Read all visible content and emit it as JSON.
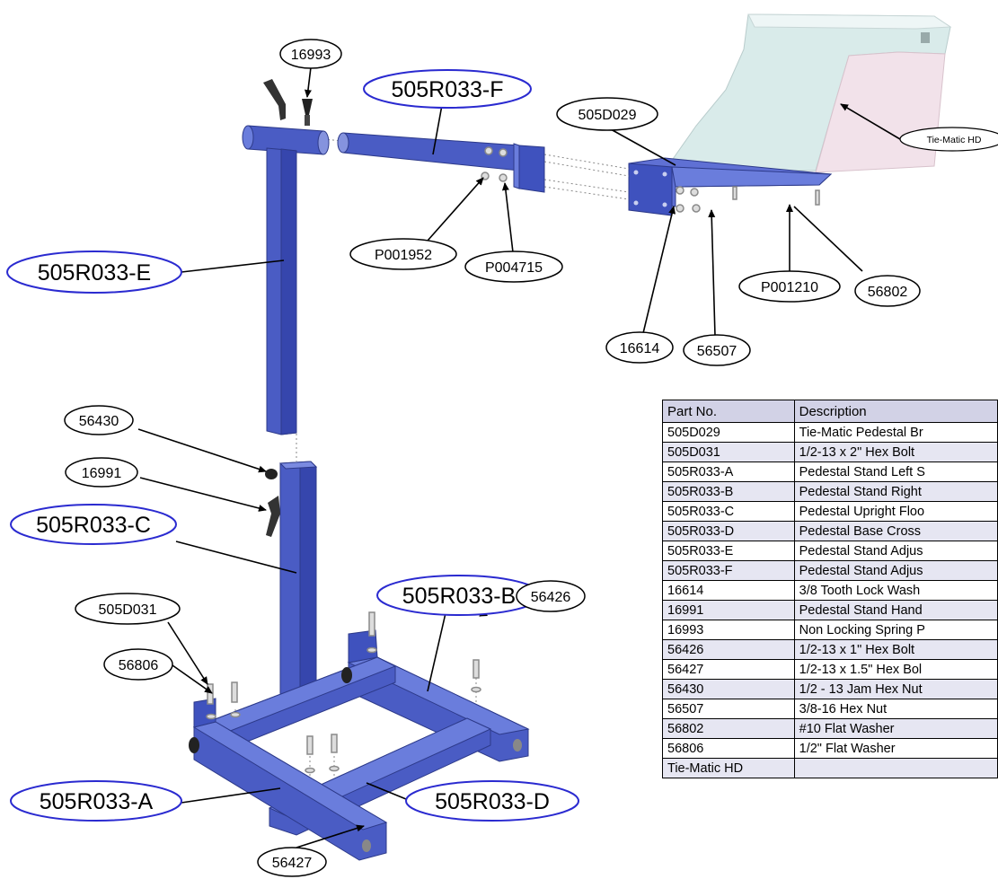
{
  "colors": {
    "frame_blue": "#4a5cc4",
    "callout_blue": "#2a2ad0",
    "table_header": "#d2d2e6",
    "table_stripe": "#e6e6f2"
  },
  "callouts": {
    "c16993": "16993",
    "r505F": "505R033-F",
    "d505D029": "505D029",
    "tiematic": "Tie-Matic HD",
    "r505E": "505R033-E",
    "p001952": "P001952",
    "p004715": "P004715",
    "p001210": "P001210",
    "c56802": "56802",
    "c16614": "16614",
    "c56507": "56507",
    "c56430": "56430",
    "c16991": "16991",
    "r505C": "505R033-C",
    "r505B": "505R033-B",
    "d505D031": "505D031",
    "c56426": "56426",
    "c56806": "56806",
    "r505A": "505R033-A",
    "r505D": "505R033-D",
    "c56427": "56427"
  },
  "table": {
    "headers": [
      "Part No.",
      "Description"
    ],
    "rows": [
      [
        "505D029",
        "Tie-Matic Pedestal Br"
      ],
      [
        "505D031",
        "1/2-13 x 2\" Hex Bolt"
      ],
      [
        "505R033-A",
        "Pedestal Stand Left S"
      ],
      [
        "505R033-B",
        "Pedestal Stand Right"
      ],
      [
        "505R033-C",
        "Pedestal Upright Floo"
      ],
      [
        "505R033-D",
        "Pedestal Base Cross"
      ],
      [
        "505R033-E",
        "Pedestal Stand Adjus"
      ],
      [
        "505R033-F",
        "Pedestal Stand Adjus"
      ],
      [
        "16614",
        "3/8  Tooth Lock Wash"
      ],
      [
        "16991",
        "Pedestal Stand Hand"
      ],
      [
        "16993",
        "Non Locking Spring P"
      ],
      [
        "56426",
        "1/2-13 x 1\" Hex Bolt"
      ],
      [
        "56427",
        "1/2-13 x 1.5\" Hex Bol"
      ],
      [
        "56430",
        "1/2 - 13 Jam Hex Nut"
      ],
      [
        "56507",
        "3/8-16 Hex Nut"
      ],
      [
        "56802",
        "#10 Flat Washer"
      ],
      [
        "56806",
        "1/2\" Flat Washer"
      ],
      [
        "Tie-Matic HD",
        ""
      ]
    ]
  }
}
